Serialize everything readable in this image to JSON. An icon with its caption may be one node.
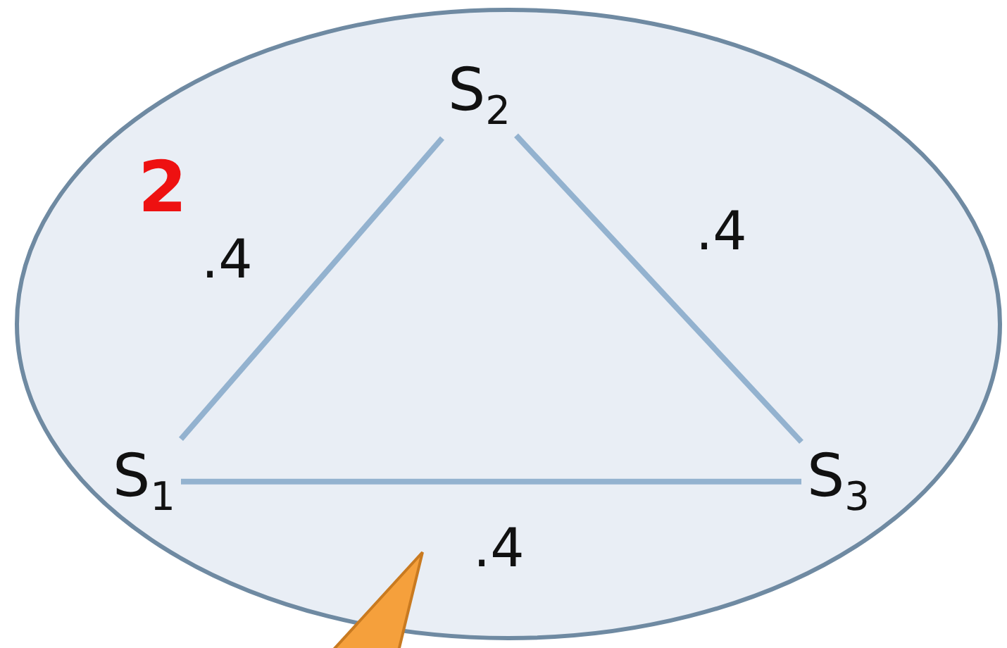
{
  "diagram": {
    "nodes": [
      {
        "text": [],
        "shape": "ellipse"
      },
      {
        "text": [
          "S$_{2}$"
        ],
        "in": 0
      },
      {
        "text": [
          "S$_{1}$"
        ],
        "in": 0
      },
      {
        "text": [
          "S$_{3}$"
        ],
        "in": 0
      }
    ],
    "edges": [
      {
        "from": 2,
        "to": 1,
        "arrow": "none",
        "label": ".4"
      },
      {
        "from": 1,
        "to": 3,
        "arrow": "none",
        "label": ".4"
      },
      {
        "from": 2,
        "to": 3,
        "arrow": "none",
        "label": ".4"
      }
    ],
    "labels": [
      "2"
    ]
  }
}
